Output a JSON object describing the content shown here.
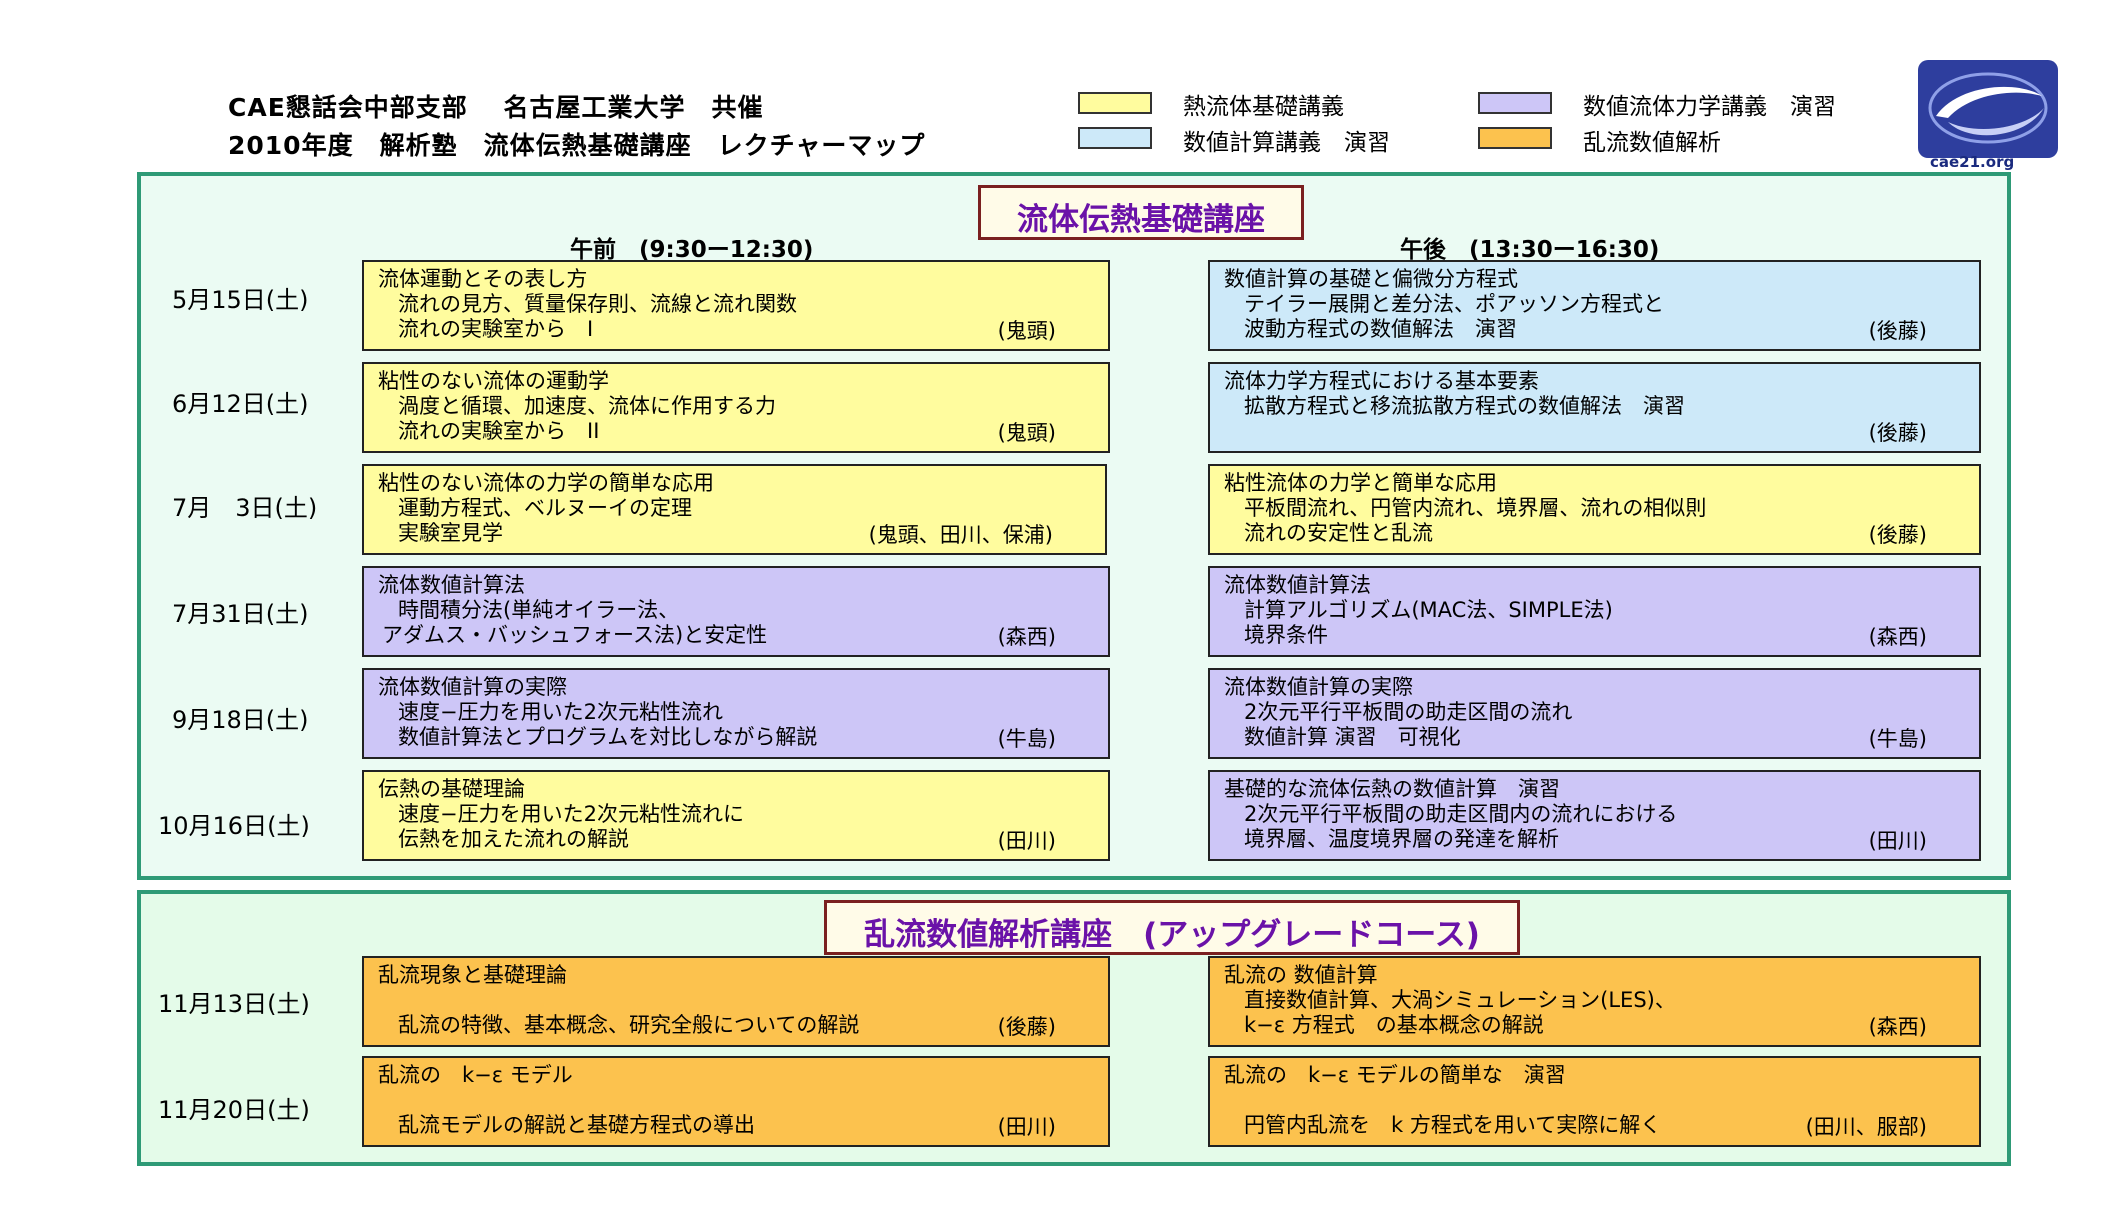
{
  "header": {
    "line1": "CAE懇話会中部支部　 名古屋工業大学　共催",
    "line2": "2010年度　解析塾　流体伝熱基礎講座　レクチャーマップ"
  },
  "legend": [
    {
      "label": "熱流体基礎講義",
      "color": "#fffc9e"
    },
    {
      "label": "数値計算講義　演習",
      "color": "#cde9f9"
    },
    {
      "label": "数値流体力学講義　演習",
      "color": "#cdc6f7"
    },
    {
      "label": "乱流数値解析",
      "color": "#fcc24e"
    }
  ],
  "logo": {
    "text": "cae21.org"
  },
  "course1": {
    "title": "流体伝熱基礎講座",
    "am_head": "午前　(9:30ー12:30)",
    "pm_head": "午後　(13:30ー16:30)",
    "sessions": [
      {
        "date": "5月15日(土)",
        "am": {
          "l1": "流体運動とその表し方",
          "l2": "流れの見方、質量保存則、流線と流れ関数",
          "l3": "流れの実験室から　I",
          "inst": "(鬼頭)"
        },
        "pm": {
          "l1": "数値計算の基礎と偏微分方程式",
          "l2": "テイラー展開と差分法、ポアッソン方程式と",
          "l3": "波動方程式の数値解法　演習",
          "inst": "(後藤)"
        }
      },
      {
        "date": "6月12日(土)",
        "am": {
          "l1": "粘性のない流体の運動学",
          "l2": "渦度と循環、加速度、流体に作用する力",
          "l3": "流れの実験室から　II",
          "inst": "(鬼頭)"
        },
        "pm": {
          "l1": "流体力学方程式における基本要素",
          "l2": "拡散方程式と移流拡散方程式の数値解法　演習",
          "l3": "",
          "inst": "(後藤)"
        }
      },
      {
        "date": "7月　3日(土)",
        "am": {
          "l1": "粘性のない流体の力学の簡単な応用",
          "l2": "運動方程式、ベルヌーイの定理",
          "l3": "実験室見学",
          "inst": "(鬼頭、田川、保浦)"
        },
        "pm": {
          "l1": "粘性流体の力学と簡単な応用",
          "l2": "平板間流れ、円管内流れ、境界層、流れの相似則",
          "l3": "流れの安定性と乱流",
          "inst": "(後藤)"
        }
      },
      {
        "date": "7月31日(土)",
        "am": {
          "l1": "流体数値計算法",
          "l2": "時間積分法(単純オイラー法、",
          "l3": "アダムス・バッシュフォース法)と安定性",
          "inst": "(森西)"
        },
        "pm": {
          "l1": "流体数値計算法",
          "l2": "計算アルゴリズム(MAC法、SIMPLE法)",
          "l3": "境界条件",
          "inst": "(森西)"
        }
      },
      {
        "date": "9月18日(土)",
        "am": {
          "l1": "流体数値計算の実際",
          "l2": "速度−圧力を用いた2次元粘性流れ",
          "l3": "数値計算法とプログラムを対比しながら解説",
          "inst": "(牛島)"
        },
        "pm": {
          "l1": "流体数値計算の実際",
          "l2": "2次元平行平板間の助走区間の流れ",
          "l3": "数値計算 演習　可視化",
          "inst": "(牛島)"
        }
      },
      {
        "date": "10月16日(土)",
        "am": {
          "l1": "伝熱の基礎理論",
          "l2": "速度−圧力を用いた2次元粘性流れに",
          "l3": "伝熱を加えた流れの解説",
          "inst": "(田川)"
        },
        "pm": {
          "l1": "基礎的な流体伝熱の数値計算　演習",
          "l2": "2次元平行平板間の助走区間内の流れにおける",
          "l3": "境界層、温度境界層の発達を解析",
          "inst": "(田川)"
        }
      }
    ]
  },
  "course2": {
    "title": "乱流数値解析講座　(アップグレードコース)",
    "sessions": [
      {
        "date": "11月13日(土)",
        "am": {
          "l1": "乱流現象と基礎理論",
          "l2": "",
          "l3": "乱流の特徴、基本概念、研究全般についての解説",
          "inst": "(後藤)"
        },
        "pm": {
          "l1": "乱流の 数値計算",
          "l2": "直接数値計算、大渦シミュレーション(LES)、",
          "l3": "k−ε 方程式　の基本概念の解説",
          "inst": "(森西)"
        }
      },
      {
        "date": "11月20日(土)",
        "am": {
          "l1": "乱流の　k−ε モデル",
          "l2": "",
          "l3": "乱流モデルの解説と基礎方程式の導出",
          "inst": "(田川)"
        },
        "pm": {
          "l1": "乱流の　k−ε モデルの簡単な　演習",
          "l2": "",
          "l3": "円管内乱流を　k 方程式を用いて実際に解く",
          "inst": "(田川、服部)"
        }
      }
    ]
  }
}
